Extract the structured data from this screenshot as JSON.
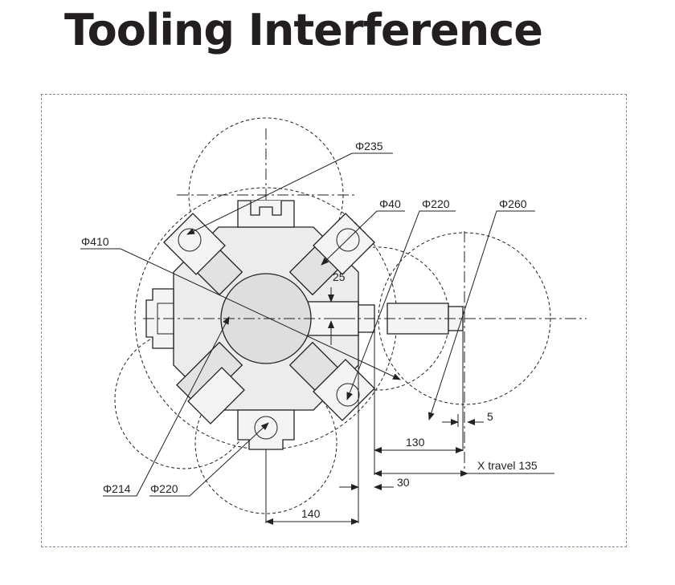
{
  "title": "Tooling Interference",
  "dimensions": {
    "d235": "Φ235",
    "d40": "Φ40",
    "d220_top": "Φ220",
    "d260": "Φ260",
    "d410": "Φ410",
    "d214": "Φ214",
    "d220_bottom": "Φ220",
    "r25": "25",
    "x5": "5",
    "x130": "130",
    "x_travel": "X travel 135",
    "x30": "30",
    "x140": "140"
  }
}
